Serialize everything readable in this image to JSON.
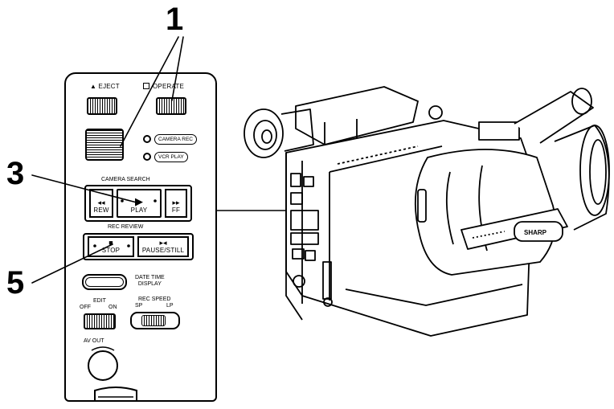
{
  "callouts": {
    "one": "1",
    "three": "3",
    "five": "5"
  },
  "panel": {
    "eject": "▲ EJECT",
    "operate": "OPERATE",
    "camera_rec": "CAMERA REC",
    "vcr_play": "VCR PLAY",
    "camera_search": "CAMERA SEARCH",
    "rew_symbol": "◂◂",
    "rew": "REW",
    "play_symbol": "▶",
    "play": "PLAY",
    "ff_symbol": "▸▸",
    "ff": "FF",
    "rec_review": "REC REVIEW",
    "stop_symbol": "■",
    "stop": "STOP",
    "pause_symbol": "▸◂",
    "pause_still": "PAUSE/STILL",
    "date_time_1": "DATE TIME",
    "date_time_2": "DISPLAY",
    "edit": "EDIT",
    "off": "OFF",
    "on": "ON",
    "rec_speed": "REC SPEED",
    "sp": "SP",
    "lp": "LP",
    "av_out": "AV OUT"
  },
  "camera": {
    "brand": "SHARP"
  }
}
